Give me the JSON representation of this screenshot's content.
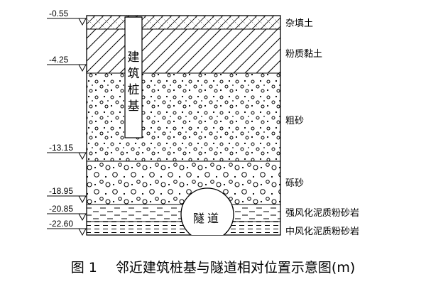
{
  "layers": [
    {
      "elevation": "-0.55",
      "name": "杂填土"
    },
    {
      "elevation": "-4.25",
      "name": "粉质黏土"
    },
    {
      "elevation": "-13.15",
      "name": "粗砂"
    },
    {
      "elevation": "-18.95",
      "name": "砾砂"
    },
    {
      "elevation": "-20.85",
      "name": "强风化泥质粉砂岩"
    },
    {
      "elevation": "-22.60",
      "name": "中风化泥质粉砂岩"
    }
  ],
  "pile": {
    "label": "建筑桩基"
  },
  "tunnel": {
    "label": "隧道"
  },
  "caption": {
    "number": "图 1",
    "text": "邻近建筑桩基与隧道相对位置示意图(m)"
  }
}
